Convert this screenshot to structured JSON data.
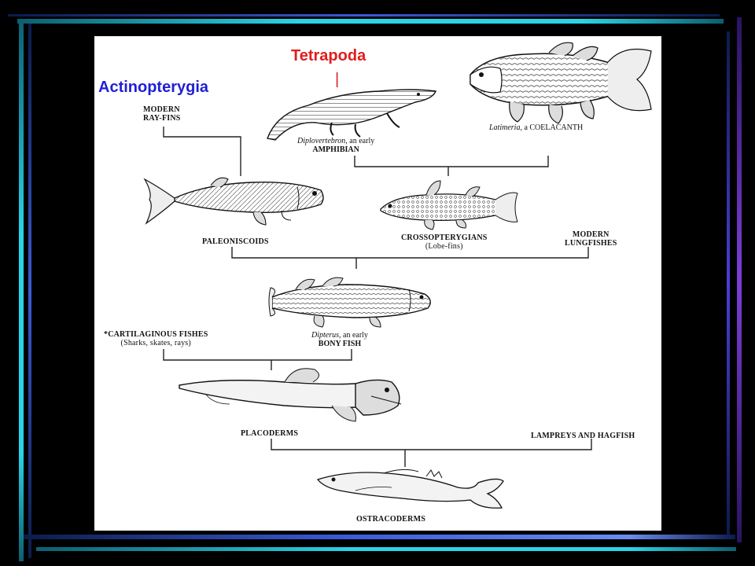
{
  "slide": {
    "colors": {
      "background": "#000000",
      "panel": "#ffffff",
      "frame_cyan": "#2bd3e6",
      "frame_blue": "#3b5bd6",
      "frame_violet": "#7b3fd6",
      "actinopterygia": "#1f1fd6",
      "tetrapoda": "#e01e1e"
    }
  },
  "diagram": {
    "headings": {
      "actinopterygia": "Actinopterygia",
      "tetrapoda": "Tetrapoda",
      "tetrapoda_mark": "|"
    },
    "labels": {
      "modern_ray_fins_1": "MODERN",
      "modern_ray_fins_2": "RAY-FINS",
      "diplovertebron_name": "Diplovertebron",
      "diplovertebron_rest": ", an early",
      "amphibian": "AMPHIBIAN",
      "latimeria_name": "Latimeria",
      "latimeria_rest": ", a COELACANTH",
      "paleoniscoids": "PALEONISCOIDS",
      "crossopterygians": "CROSSOPTERYGIANS",
      "lobe_fins": "(Lobe-fins)",
      "modern_lungfishes_1": "MODERN",
      "modern_lungfishes_2": "LUNGFISHES",
      "cartilaginous_1": "*CARTILAGINOUS FISHES",
      "cartilaginous_2": "(Sharks, skates, rays)",
      "dipterus_name": "Dipterus",
      "dipterus_rest": ", an early",
      "bony_fish": "BONY FISH",
      "placoderms": "PLACODERMS",
      "lampreys": "LAMPREYS AND HAGFISH",
      "ostracoderms": "OSTRACODERMS"
    },
    "illustrations": [
      "coelacanth-illustration",
      "amphibian-illustration",
      "paleoniscoid-illustration",
      "crossopterygian-illustration",
      "dipterus-illustration",
      "placoderm-illustration",
      "ostracoderm-illustration"
    ]
  }
}
